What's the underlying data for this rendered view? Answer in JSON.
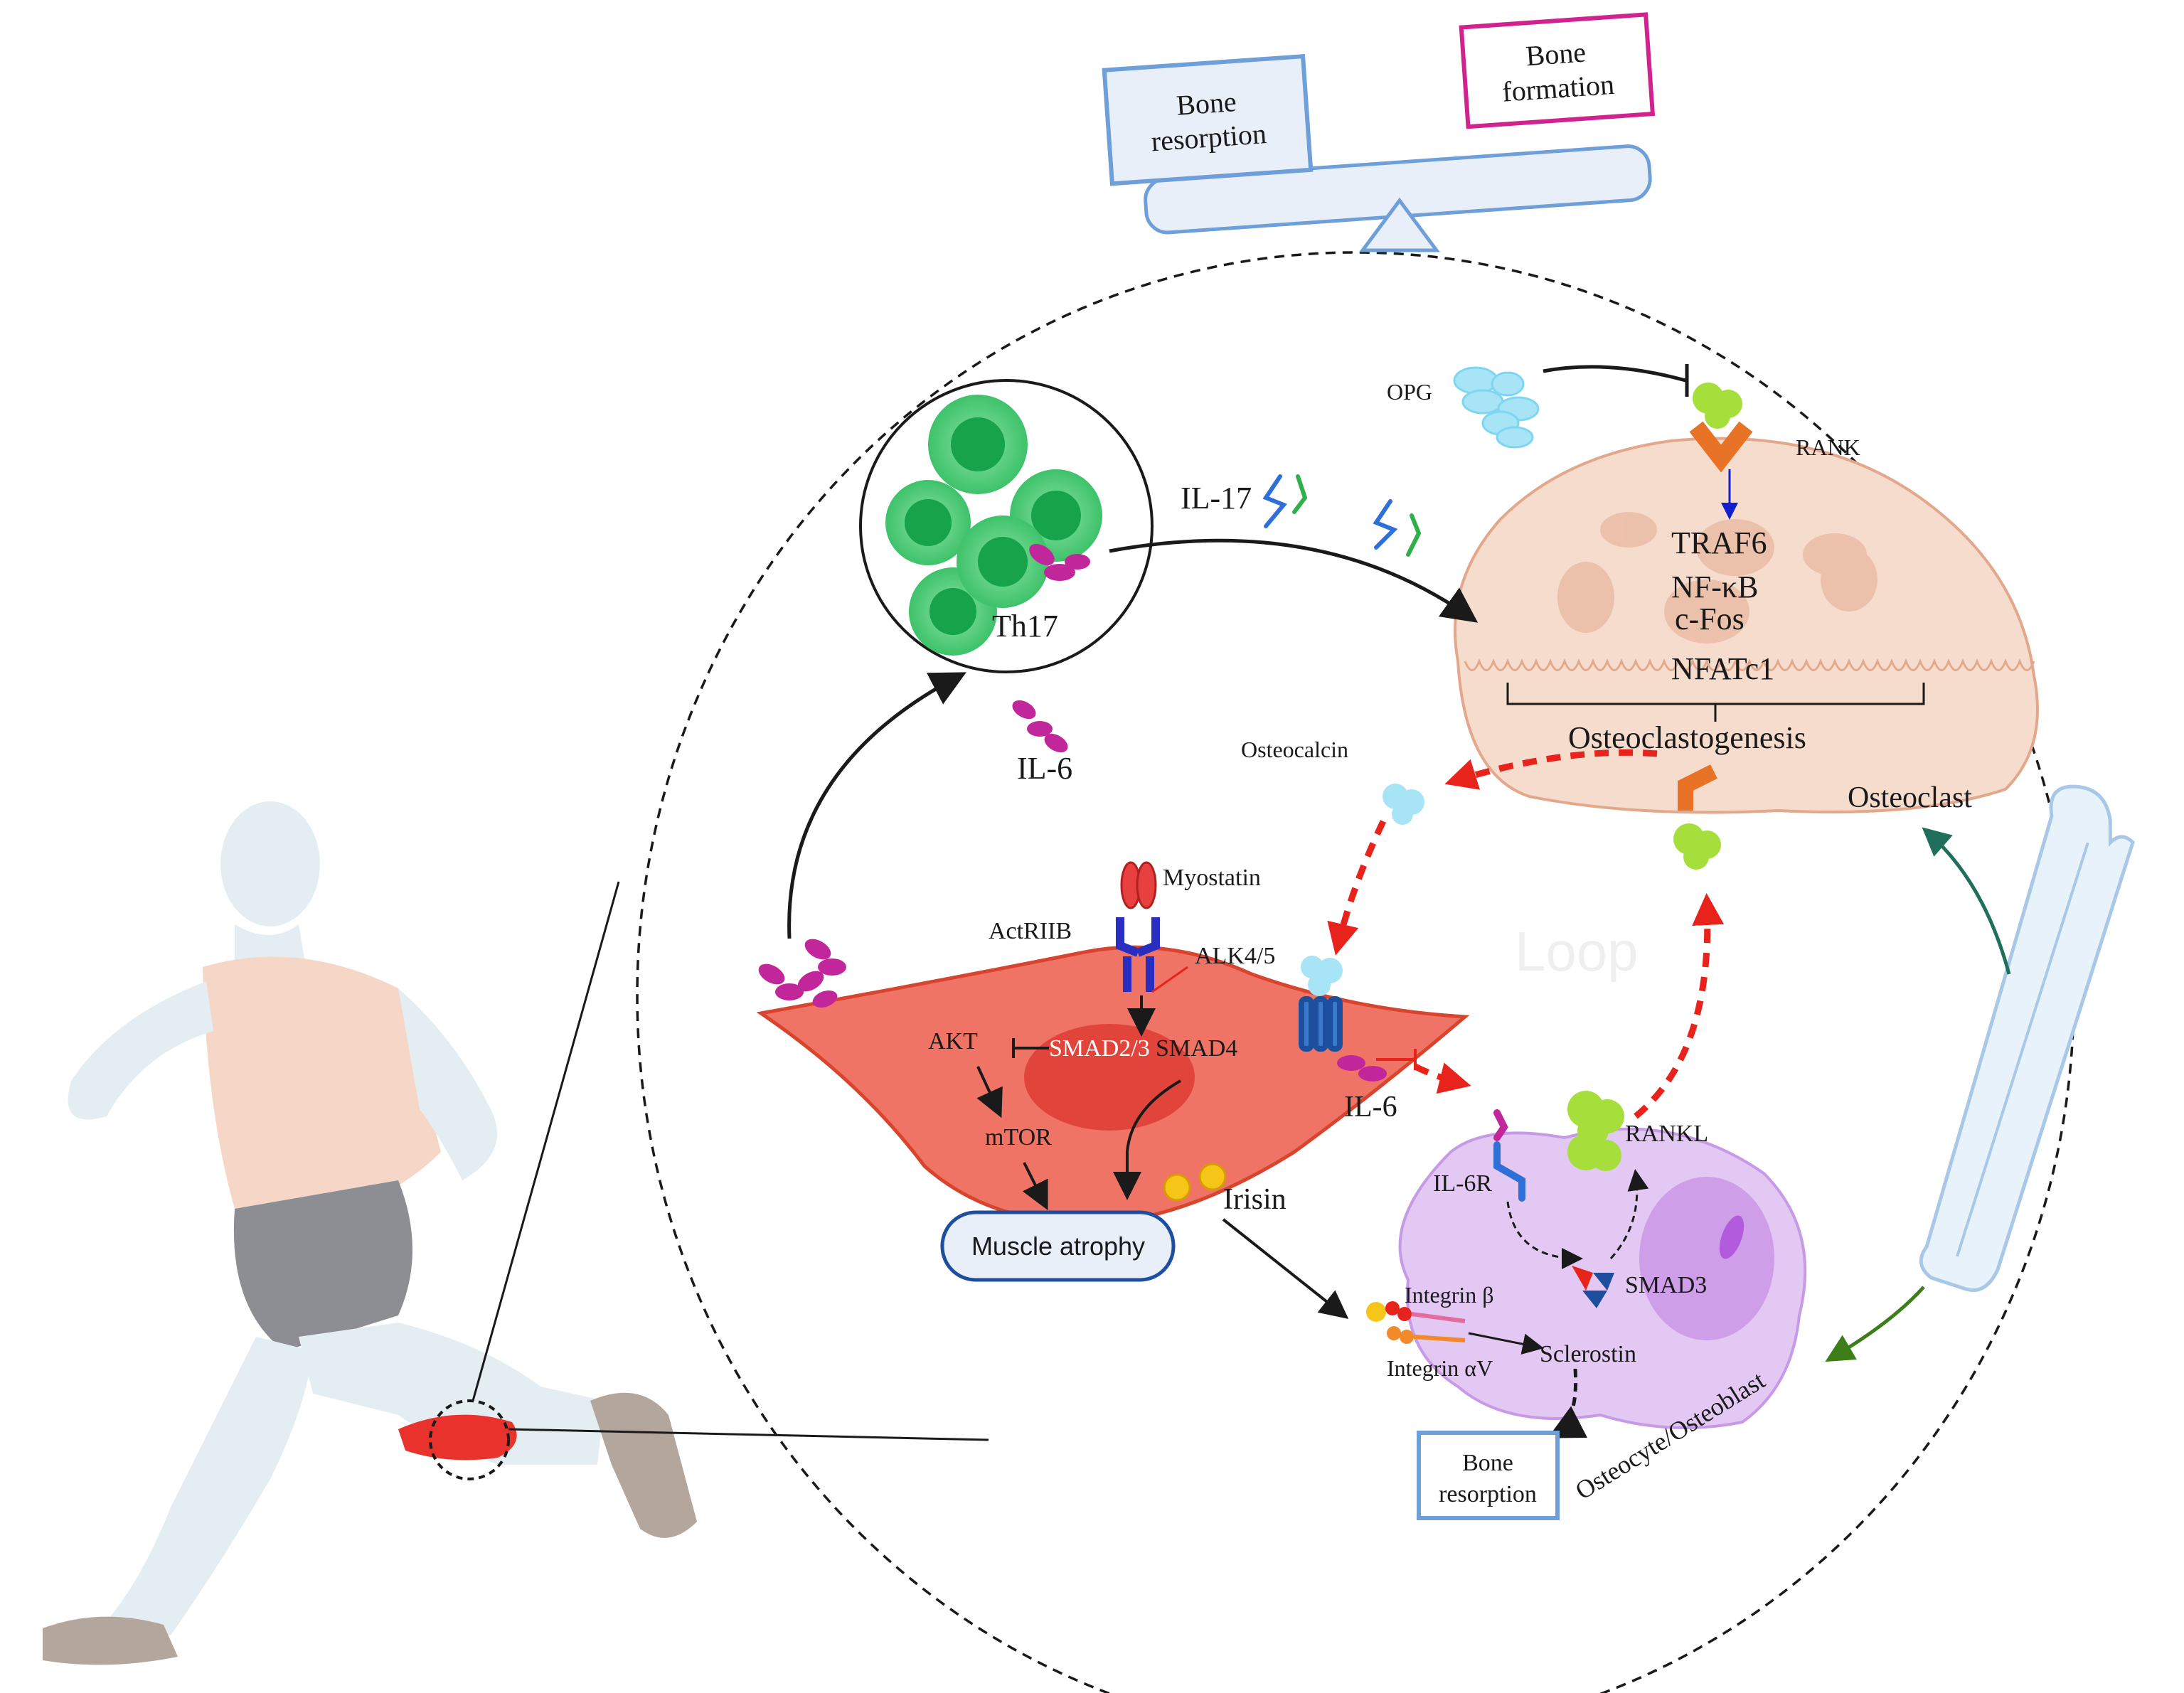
{
  "balance": {
    "left_box": [
      "Bone",
      "resorption"
    ],
    "right_box": [
      "Bone",
      "formation"
    ]
  },
  "labels": {
    "opg": "OPG",
    "rank": "RANK",
    "il17": "IL-17",
    "th17": "Th17",
    "il6_top": "IL-6",
    "traf6": "TRAF6",
    "nfkb": "NF-κB",
    "cfos": "c-Fos",
    "nfatc1": "NFATc1",
    "osteoclastogenesis": "Osteoclastogenesis",
    "osteocalcin": "Osteocalcin",
    "osteoclast": "Osteoclast",
    "loop": "Loop",
    "myostatin": "Myostatin",
    "actriib": "ActRIIB",
    "alk45": "ALK4/5",
    "akt": "AKT",
    "smad23": "SMAD2/3",
    "smad4": "SMAD4",
    "mtor": "mTOR",
    "il6_mid": "IL-6",
    "il6r": "IL-6R",
    "rankl": "RANKL",
    "muscle_atrophy": "Muscle atrophy",
    "irisin": "Irisin",
    "smad3": "SMAD3",
    "integrin_b": "Integrin β",
    "integrin_av": "Integrin αV",
    "sclerostin": "Sclerostin",
    "bone_resorption_bottom": [
      "Bone",
      "resorption"
    ],
    "osteocyte_osteoblast": "Osteocyte/Osteoblast"
  },
  "colors": {
    "balance_blue": "#6f9fd8",
    "bone_formation_magenta": "#d0238f",
    "th17_green": "#3ec26a",
    "osteoclast_fill": "#f6dccd",
    "muscle_red": "#ef7466",
    "osteocyte_purple": "#e3c8f3",
    "loop_red": "#e8231b",
    "rankl_green": "#a6df3c",
    "osteocalcin_cyan": "#7fd6f2",
    "il6_magenta": "#c2269b",
    "teal_arrow": "#1f6f5c",
    "green_arrow": "#3d7e18"
  }
}
